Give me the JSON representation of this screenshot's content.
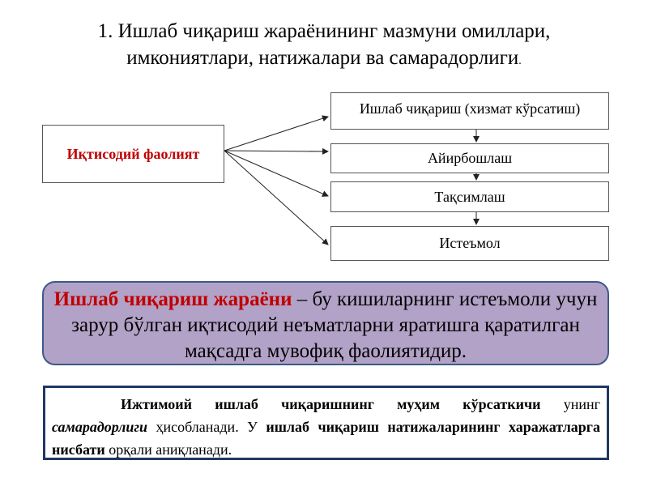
{
  "title": {
    "line1": "1. Ишлаб чиқариш жараёнининг мазмуни омиллари,",
    "line2": "имкониятлари, натижалари ва самарадорлиги",
    "dot": "."
  },
  "diagram": {
    "source_label": "Иқтисодий фаолият",
    "stages": [
      "Ишлаб чиқариш (хизмат кўрсатиш)",
      "Айирбошлаш",
      "Тақсимлаш",
      "Истеъмол"
    ]
  },
  "definition": {
    "term": "Ишлаб чиқариш жараёни",
    "text": " – бу кишиларнинг истеъмоли учун зарур бўлган иқтисодий неъматларни яратишга қаратилган мақсадга мувофиқ фаолиятидир."
  },
  "note": {
    "part1_bold": "Ижтимоий ишлаб чиқаришнинг муҳим кўрсаткичи",
    "part2": " унинг ",
    "part3_bold_italic": "самарадорлиги",
    "part4": " ҳисобланади. У ",
    "part5_bold": "ишлаб чиқариш натижаларининг харажатларга нисбати",
    "part6": " орқали аниқланади."
  },
  "colors": {
    "accent_red": "#c00000",
    "definition_fill": "#b3a2c7",
    "definition_border": "#3c5a8a",
    "note_border": "#1f3864"
  }
}
